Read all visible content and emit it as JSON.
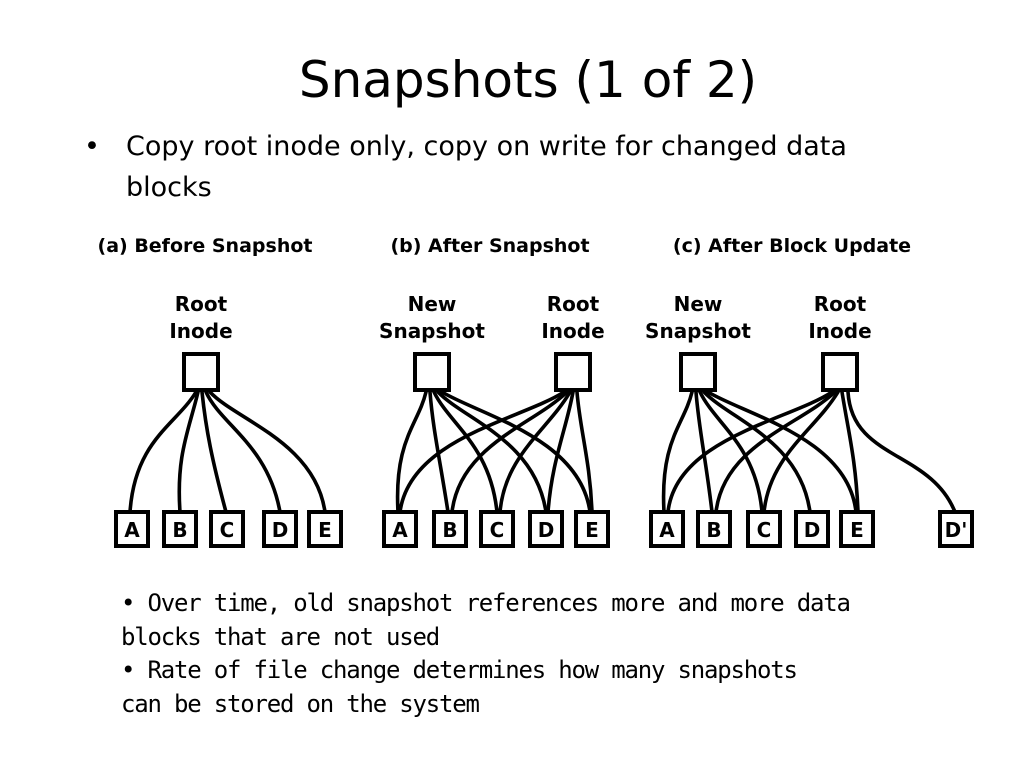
{
  "slide": {
    "title": "Snapshots (1 of 2)",
    "bullet_symbol": "•",
    "bullet": "Copy root inode only, copy on write for changed data blocks"
  },
  "diagram": {
    "panels": [
      {
        "caption": "(a) Before Snapshot",
        "nodes": [
          {
            "label_lines": [
              "Root",
              "Inode"
            ]
          }
        ],
        "blocks": [
          "A",
          "B",
          "C",
          "D",
          "E"
        ]
      },
      {
        "caption": "(b) After Snapshot",
        "nodes": [
          {
            "label_lines": [
              "New",
              "Snapshot"
            ]
          },
          {
            "label_lines": [
              "Root",
              "Inode"
            ]
          }
        ],
        "blocks": [
          "A",
          "B",
          "C",
          "D",
          "E"
        ]
      },
      {
        "caption": "(c) After Block Update",
        "nodes": [
          {
            "label_lines": [
              "New",
              "Snapshot"
            ]
          },
          {
            "label_lines": [
              "Root",
              "Inode"
            ]
          }
        ],
        "blocks": [
          "A",
          "B",
          "C",
          "D",
          "E",
          "D'"
        ]
      }
    ]
  },
  "notes": [
    "• Over time, old snapshot references more and more data",
    "blocks that are not used",
    "• Rate of file change determines how many snapshots",
    "can be stored on the system"
  ]
}
